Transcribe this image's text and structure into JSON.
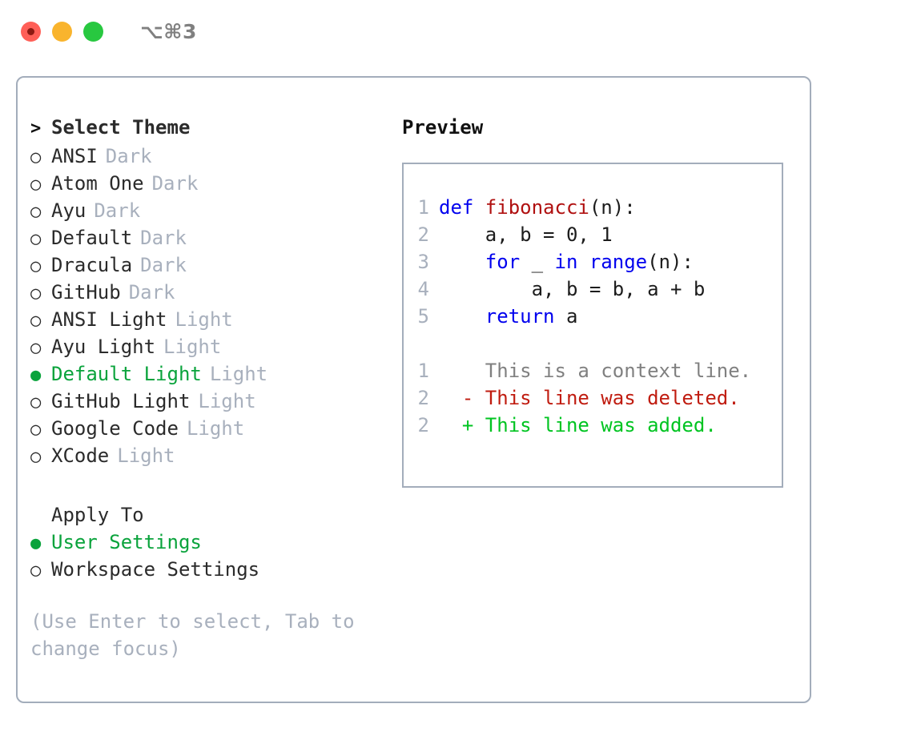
{
  "titlebar": {
    "shortcut": "⌥⌘3",
    "buttons": [
      "close",
      "minimize",
      "maximize"
    ]
  },
  "theme_section": {
    "marker": ">",
    "title": "Select Theme",
    "bullet_empty": "○",
    "bullet_filled": "●",
    "items": [
      {
        "name": "ANSI",
        "tag": "Dark",
        "selected": false
      },
      {
        "name": "Atom One",
        "tag": "Dark",
        "selected": false
      },
      {
        "name": "Ayu",
        "tag": "Dark",
        "selected": false
      },
      {
        "name": "Default",
        "tag": "Dark",
        "selected": false
      },
      {
        "name": "Dracula",
        "tag": "Dark",
        "selected": false
      },
      {
        "name": "GitHub",
        "tag": "Dark",
        "selected": false
      },
      {
        "name": "ANSI Light",
        "tag": "Light",
        "selected": false
      },
      {
        "name": "Ayu Light",
        "tag": "Light",
        "selected": false
      },
      {
        "name": "Default Light",
        "tag": "Light",
        "selected": true
      },
      {
        "name": "GitHub Light",
        "tag": "Light",
        "selected": false
      },
      {
        "name": "Google Code",
        "tag": "Light",
        "selected": false
      },
      {
        "name": "XCode",
        "tag": "Light",
        "selected": false
      }
    ]
  },
  "apply_section": {
    "title": "Apply To",
    "items": [
      {
        "name": "User Settings",
        "selected": true
      },
      {
        "name": "Workspace Settings",
        "selected": false
      }
    ]
  },
  "hint": "(Use Enter to select, Tab to change focus)",
  "preview": {
    "title": "Preview",
    "code_lines": [
      {
        "num": "1",
        "tokens": [
          {
            "t": "def ",
            "c": "kw"
          },
          {
            "t": "fibonacci",
            "c": "fn"
          },
          {
            "t": "(n):",
            "c": "pl"
          }
        ]
      },
      {
        "num": "2",
        "tokens": [
          {
            "t": "    a, b = 0, 1",
            "c": "pl"
          }
        ]
      },
      {
        "num": "3",
        "tokens": [
          {
            "t": "    ",
            "c": "pl"
          },
          {
            "t": "for ",
            "c": "kw"
          },
          {
            "t": "_ ",
            "c": "pl"
          },
          {
            "t": "in ",
            "c": "kw"
          },
          {
            "t": "range",
            "c": "kw"
          },
          {
            "t": "(n):",
            "c": "pl"
          }
        ]
      },
      {
        "num": "4",
        "tokens": [
          {
            "t": "        a, b = b, a + b",
            "c": "pl"
          }
        ]
      },
      {
        "num": "5",
        "tokens": [
          {
            "t": "    ",
            "c": "pl"
          },
          {
            "t": "return ",
            "c": "kw"
          },
          {
            "t": "a",
            "c": "pl"
          }
        ]
      }
    ],
    "diff_lines": [
      {
        "num": "1",
        "sign": " ",
        "text": "This is a context line.",
        "kind": "ctx"
      },
      {
        "num": "2",
        "sign": "-",
        "text": "This line was deleted.",
        "kind": "del"
      },
      {
        "num": "2",
        "sign": "+",
        "text": "This line was added.",
        "kind": "add"
      }
    ]
  },
  "colors": {
    "accent_green": "#0aa33c",
    "muted": "#a8b0bd",
    "border": "#a3adbb",
    "keyword_blue": "#0000ee",
    "function_red": "#b01010",
    "diff_add": "#00c421",
    "diff_del": "#c01c10",
    "light_red": "#ff5f57",
    "light_yellow": "#f9b42d",
    "light_green": "#28c840"
  }
}
